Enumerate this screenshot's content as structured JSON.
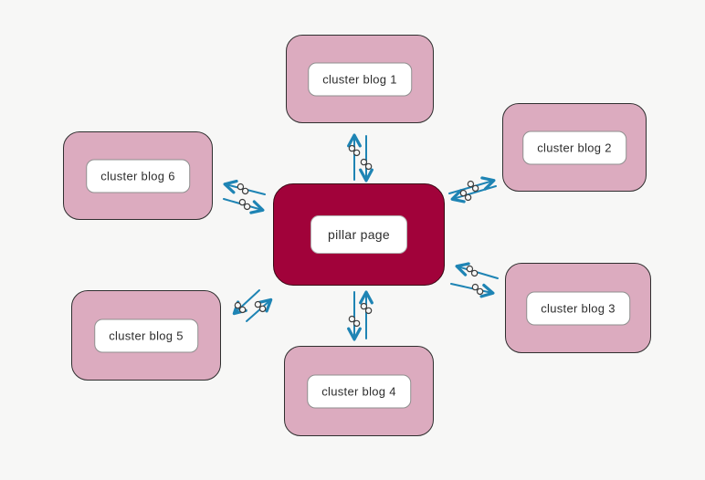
{
  "pillar": {
    "label": "pillar page"
  },
  "clusters": [
    {
      "label": "cluster blog 1"
    },
    {
      "label": "cluster blog 2"
    },
    {
      "label": "cluster blog 3"
    },
    {
      "label": "cluster blog 4"
    },
    {
      "label": "cluster blog 5"
    },
    {
      "label": "cluster blog 6"
    }
  ],
  "icons": {
    "link": "chain-link-icon",
    "arrow": "double-headed-exchange-arrows"
  },
  "colors": {
    "background": "#F7F7F6",
    "pillar_fill": "#A1023A",
    "cluster_fill": "#DCABBF",
    "node_border": "#2F2F2F",
    "label_background": "#FFFFFF",
    "label_border": "#8F8F8F",
    "label_text": "#2D2D2D",
    "arrow": "#1E84B4",
    "link_icon_stroke": "#3D3D3D"
  }
}
